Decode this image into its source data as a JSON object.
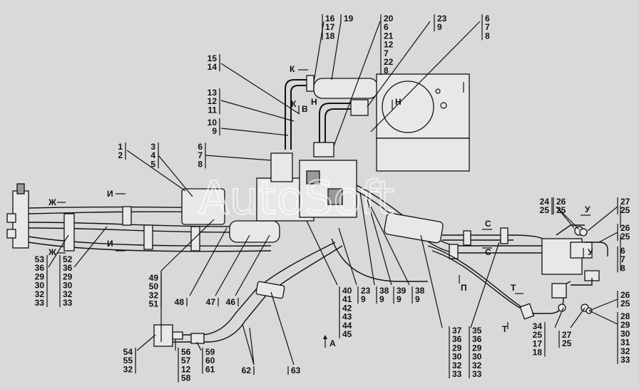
{
  "watermark": "AutoSoft",
  "callouts": [
    {
      "id": "c16",
      "lines": [
        "16",
        "17",
        "18"
      ]
    },
    {
      "id": "c19",
      "lines": [
        "19"
      ]
    },
    {
      "id": "c20",
      "lines": [
        "20",
        "6",
        "21",
        "12",
        "7",
        "22",
        "8"
      ]
    },
    {
      "id": "c23t",
      "lines": [
        "23",
        "9"
      ]
    },
    {
      "id": "c6t",
      "lines": [
        "6",
        "7",
        "8"
      ]
    },
    {
      "id": "c15",
      "lines": [
        "15",
        "14"
      ]
    },
    {
      "id": "c13",
      "lines": [
        "13",
        "12",
        "11"
      ]
    },
    {
      "id": "c10",
      "lines": [
        "10",
        "9"
      ]
    },
    {
      "id": "c1",
      "lines": [
        "1",
        "2"
      ]
    },
    {
      "id": "c3",
      "lines": [
        "3",
        "4",
        "5"
      ]
    },
    {
      "id": "c6m",
      "lines": [
        "6",
        "7",
        "8"
      ]
    },
    {
      "id": "c24",
      "lines": [
        "24",
        "25"
      ]
    },
    {
      "id": "c26a",
      "lines": [
        "26",
        "25"
      ]
    },
    {
      "id": "c27a",
      "lines": [
        "27",
        "25"
      ]
    },
    {
      "id": "c26b",
      "lines": [
        "26",
        "25"
      ]
    },
    {
      "id": "c6r",
      "lines": [
        "6",
        "7",
        "8"
      ]
    },
    {
      "id": "c26c",
      "lines": [
        "26",
        "25"
      ]
    },
    {
      "id": "c28",
      "lines": [
        "28",
        "29",
        "30",
        "31",
        "32",
        "33"
      ]
    },
    {
      "id": "c53",
      "lines": [
        "53",
        "36",
        "29",
        "30",
        "32",
        "33"
      ]
    },
    {
      "id": "c52",
      "lines": [
        "52",
        "36",
        "29",
        "30",
        "32",
        "33"
      ]
    },
    {
      "id": "c49",
      "lines": [
        "49",
        "50",
        "32",
        "51"
      ]
    },
    {
      "id": "c48",
      "lines": [
        "48"
      ]
    },
    {
      "id": "c47",
      "lines": [
        "47"
      ]
    },
    {
      "id": "c46",
      "lines": [
        "46"
      ]
    },
    {
      "id": "c40",
      "lines": [
        "40",
        "41",
        "42",
        "43",
        "44",
        "45"
      ]
    },
    {
      "id": "c23b",
      "lines": [
        "23",
        "9"
      ]
    },
    {
      "id": "c38a",
      "lines": [
        "38",
        "9"
      ]
    },
    {
      "id": "c39",
      "lines": [
        "39",
        "9"
      ]
    },
    {
      "id": "c38b",
      "lines": [
        "38",
        "9"
      ]
    },
    {
      "id": "c37",
      "lines": [
        "37",
        "36",
        "29",
        "30",
        "32",
        "33"
      ]
    },
    {
      "id": "c35",
      "lines": [
        "35",
        "36",
        "29",
        "30",
        "32",
        "33"
      ]
    },
    {
      "id": "c34",
      "lines": [
        "34",
        "25",
        "17",
        "18"
      ]
    },
    {
      "id": "c27b",
      "lines": [
        "27",
        "25"
      ]
    },
    {
      "id": "c54",
      "lines": [
        "54",
        "55",
        "32"
      ]
    },
    {
      "id": "c56",
      "lines": [
        "56",
        "57",
        "12",
        "58"
      ]
    },
    {
      "id": "c59",
      "lines": [
        "59",
        "60",
        "61"
      ]
    },
    {
      "id": "c62",
      "lines": [
        "62"
      ]
    },
    {
      "id": "c63",
      "lines": [
        "63"
      ]
    }
  ],
  "view_markers": [
    {
      "id": "m_k1",
      "text": "К"
    },
    {
      "id": "m_k2",
      "text": "К"
    },
    {
      "id": "m_v",
      "text": "В"
    },
    {
      "id": "m_n1",
      "text": "Н"
    },
    {
      "id": "m_n2",
      "text": "Н"
    },
    {
      "id": "m_zh1",
      "text": "Ж"
    },
    {
      "id": "m_zh2",
      "text": "Ж"
    },
    {
      "id": "m_i1",
      "text": "И"
    },
    {
      "id": "m_i2",
      "text": "И"
    },
    {
      "id": "m_s1",
      "text": "С"
    },
    {
      "id": "m_s2",
      "text": "С"
    },
    {
      "id": "m_u1",
      "text": "У"
    },
    {
      "id": "m_u2",
      "text": "У"
    },
    {
      "id": "m_p",
      "text": "П"
    },
    {
      "id": "m_t1",
      "text": "Т"
    },
    {
      "id": "m_t2",
      "text": "Т"
    },
    {
      "id": "m_a",
      "text": "А"
    }
  ]
}
